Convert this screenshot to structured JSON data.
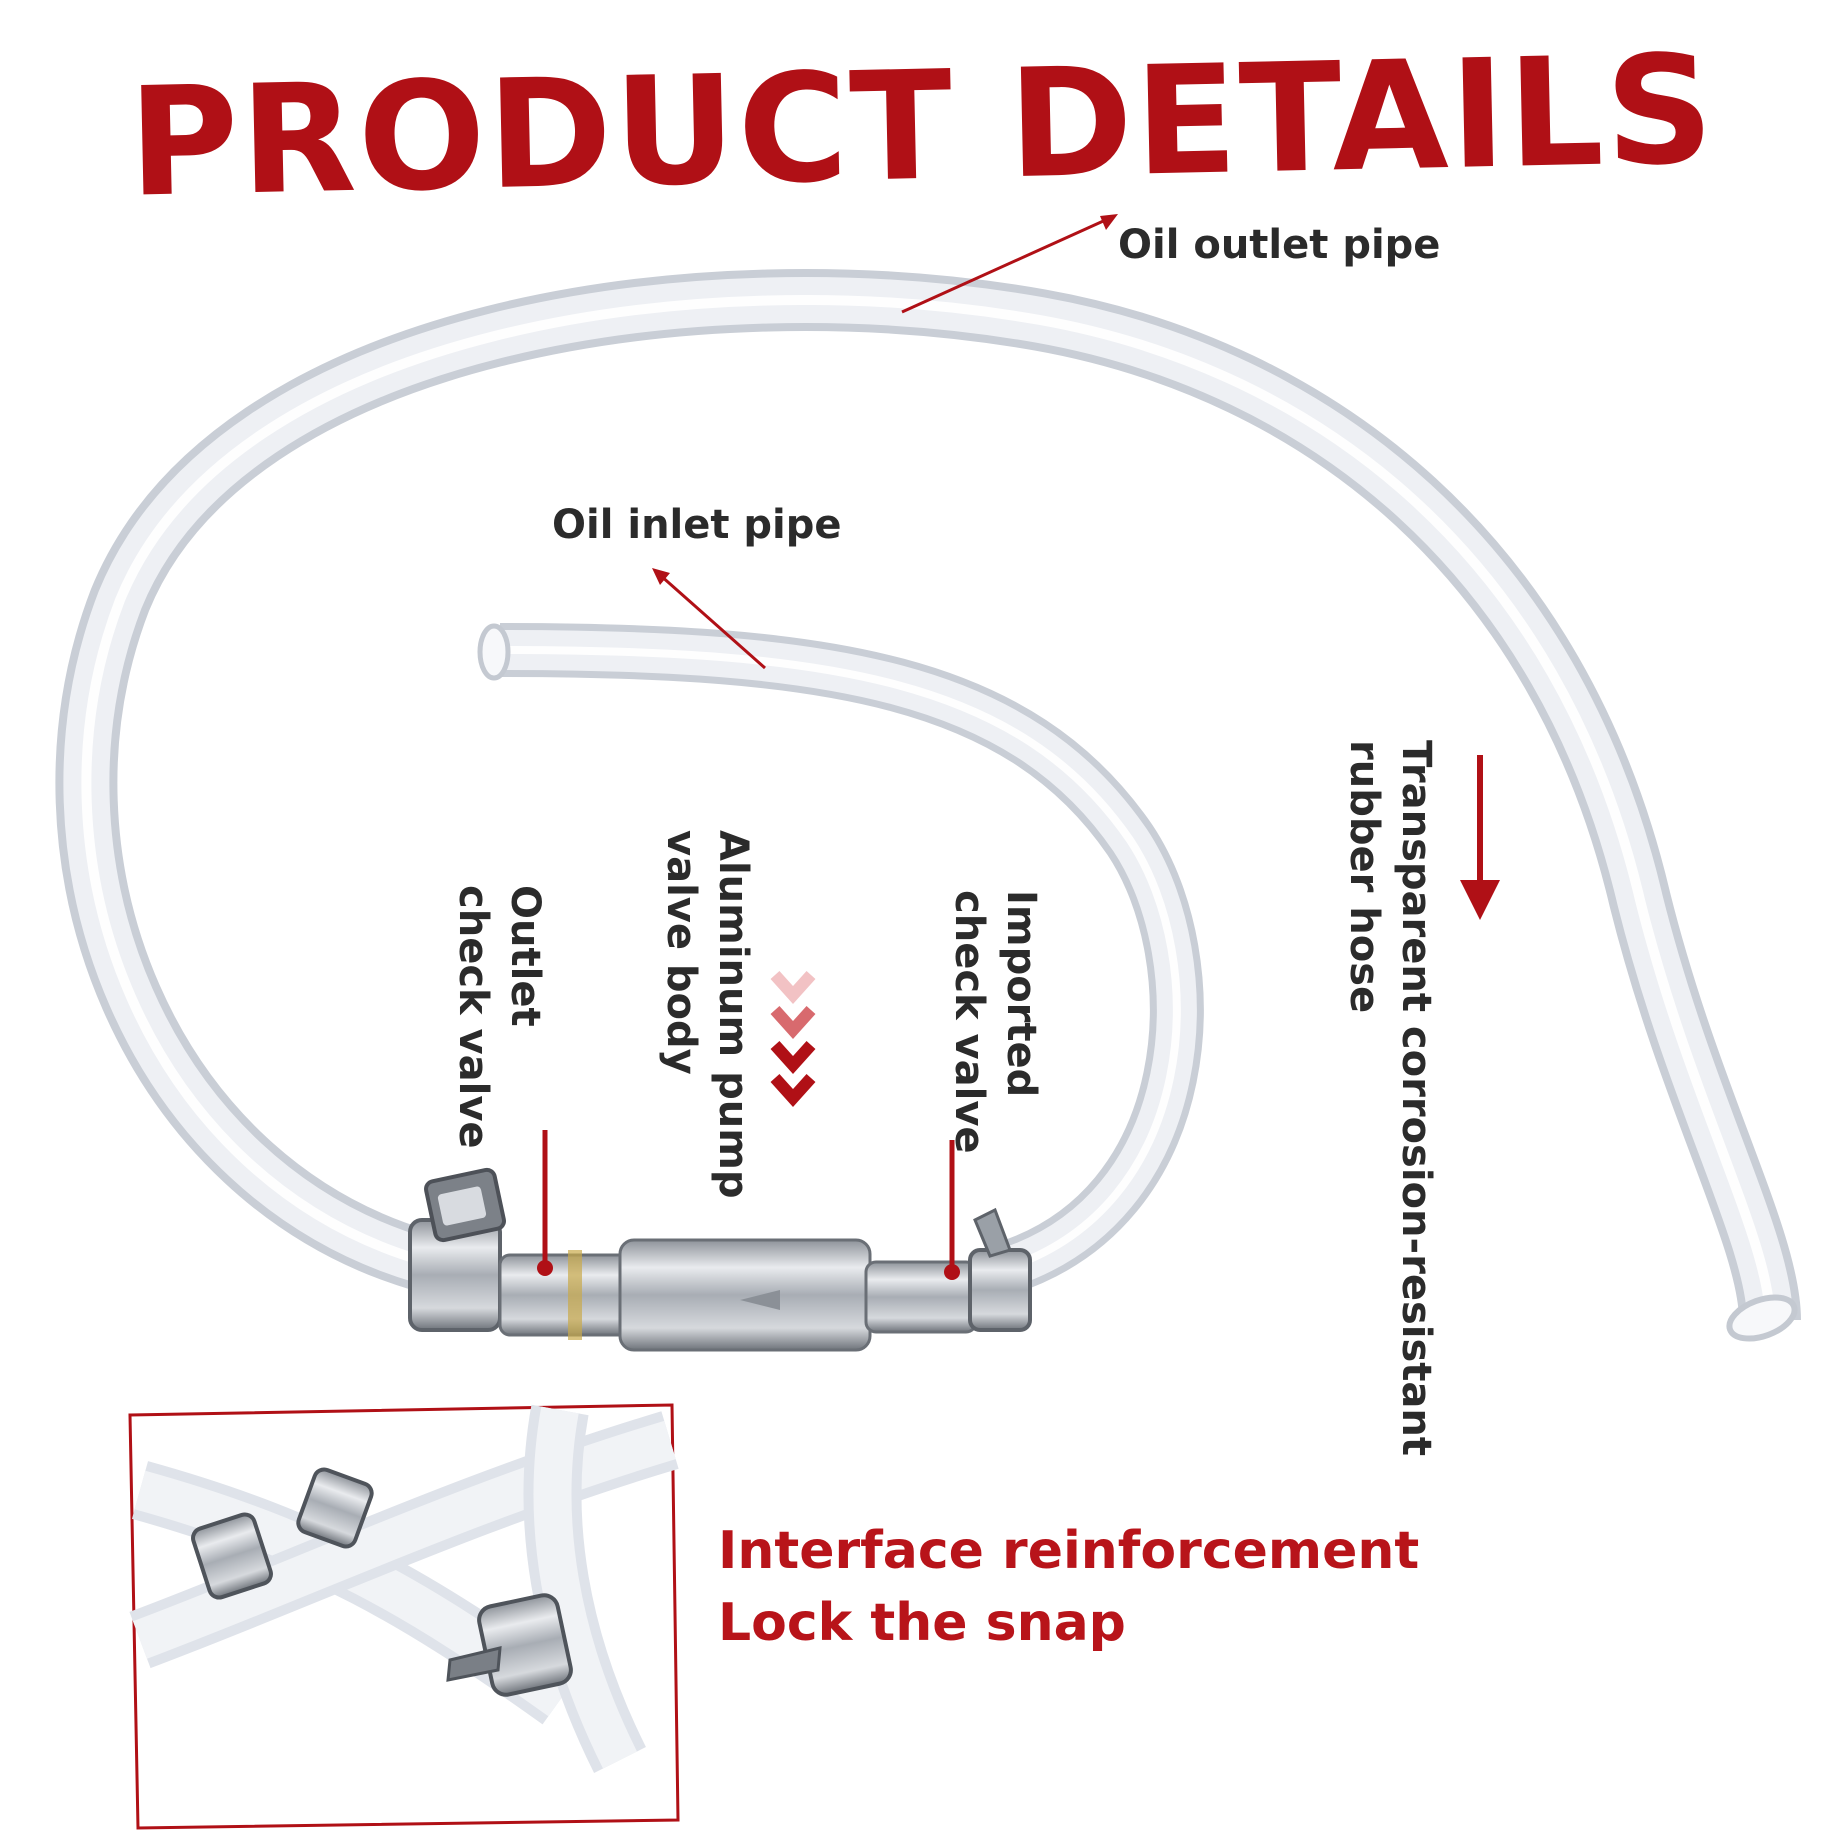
{
  "title": "PRODUCT DETAILS",
  "labels": {
    "outlet_pipe": "Oil outlet pipe",
    "inlet_pipe": "Oil inlet pipe",
    "hose_line1": "Transparent corrosion-resistant",
    "hose_line2": "rubber hose",
    "pump_line1": "Aluminum pump",
    "pump_line2": "valve body",
    "outlet_valve_line1": "Outlet",
    "outlet_valve_line2": "check valve",
    "imported_valve_line1": "Imported",
    "imported_valve_line2": "check valve"
  },
  "inset": {
    "line1": "Interface reinforcement",
    "line2": "Lock the snap"
  },
  "colors": {
    "accent": "#b01016",
    "text": "#2b2b2b",
    "hose": "#e3e6ec",
    "metal": "#b9bdc3"
  }
}
